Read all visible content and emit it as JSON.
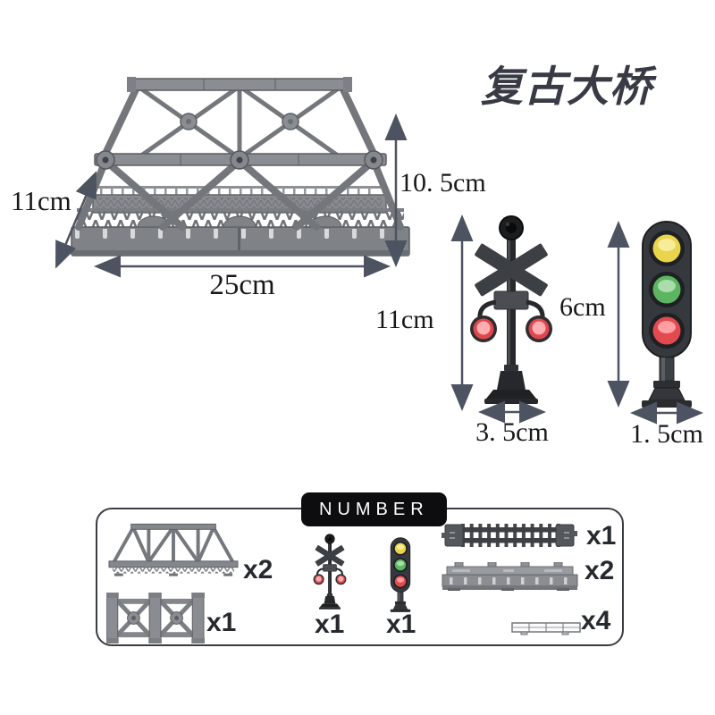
{
  "title": "复古大桥",
  "bridge": {
    "depth_label": "11cm",
    "height_label": "10. 5cm",
    "width_label": "25cm"
  },
  "crossing_signal": {
    "height_label": "11cm",
    "width_label": "3. 5cm"
  },
  "traffic_light": {
    "height_label": "6cm",
    "width_label": "1. 5cm"
  },
  "parts_box": {
    "header": "NUMBER",
    "items": [
      {
        "name": "bridge-truss-side",
        "qty": "x2"
      },
      {
        "name": "cross-brace-frame",
        "qty": "x1"
      },
      {
        "name": "crossing-signal",
        "qty": "x1"
      },
      {
        "name": "traffic-light",
        "qty": "x1"
      },
      {
        "name": "straight-track",
        "qty": "x1"
      },
      {
        "name": "bridge-deck-girder",
        "qty": "x2"
      },
      {
        "name": "guardrail",
        "qty": "x4"
      }
    ]
  },
  "colors": {
    "title_text": "#383b44",
    "bridge_gray": "#8a8d92",
    "dark_part": "#26282b",
    "arrow": "#4d5360",
    "red_light": "#e0474d",
    "yellow_light": "#e9d44b",
    "green_light": "#5cb661",
    "pill_bg": "#0d0d0f",
    "box_border": "#3a3d42"
  }
}
